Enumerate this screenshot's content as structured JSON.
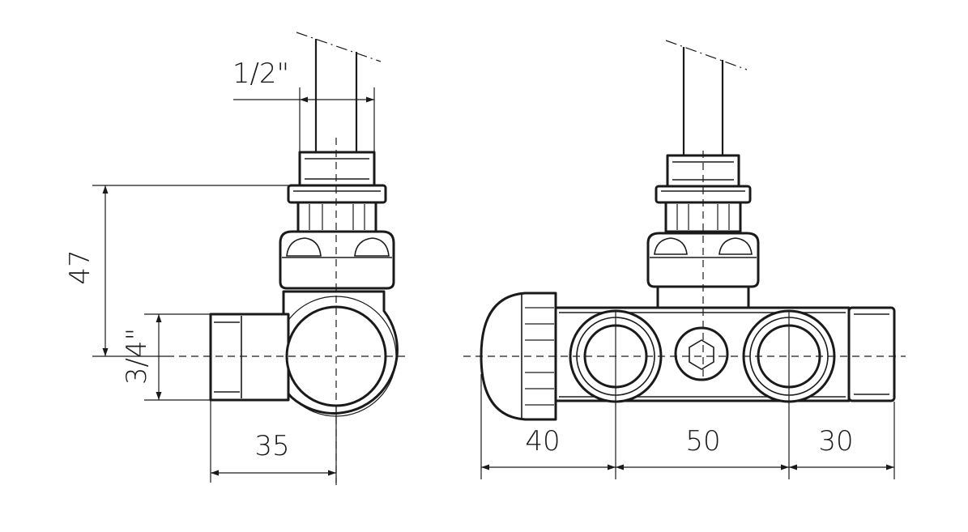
{
  "dimensions": {
    "pipe_thread": "1/2\"",
    "height": "47",
    "inlet_thread": "3/4\"",
    "side_depth": "35",
    "left_segment": "40",
    "middle_segment": "50",
    "right_segment": "30"
  }
}
